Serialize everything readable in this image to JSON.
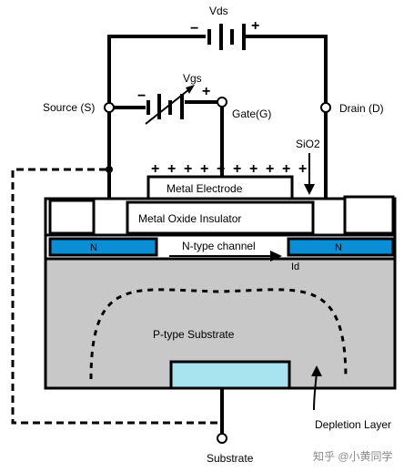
{
  "labels": {
    "vds": "Vds",
    "vgs": "Vgs",
    "source": "Source (S)",
    "gate": "Gate(G)",
    "drain": "Drain (D)",
    "sio2": "SiO2",
    "metal_electrode": "Metal Electrode",
    "oxide_insulator": "Metal Oxide Insulator",
    "n_left": "N",
    "n_right": "N",
    "n_channel": "N-type channel",
    "id": "Id",
    "p_substrate": "P-type Substrate",
    "depletion_layer": "Depletion Layer",
    "substrate": "Substrate"
  },
  "polarity": {
    "minus": "−",
    "plus": "+"
  },
  "gate_charges": [
    "+",
    "+",
    "+",
    "+",
    "+",
    "+",
    "+",
    "+",
    "+",
    "+"
  ],
  "watermark": "知乎 @小黄同学",
  "colors": {
    "wire": "#000000",
    "n_region": "#0a8fd6",
    "substrate": "#c8c8c8",
    "substrate_contact": "#a8e4f0",
    "background": "#ffffff"
  }
}
